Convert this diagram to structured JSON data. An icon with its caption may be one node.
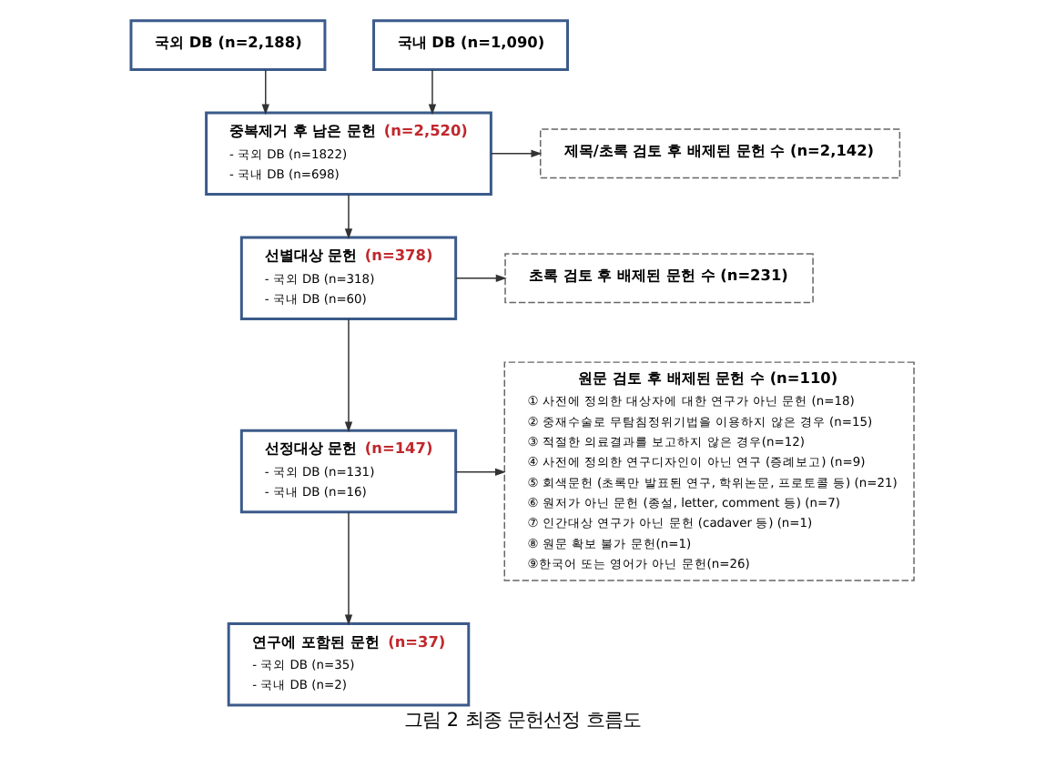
{
  "diagram": {
    "caption": "그림 2 최종 문헌선정 흐름도",
    "nodes": [
      {
        "text": [
          "국외 DB (n=2,188)"
        ]
      },
      {
        "text": [
          "국내 DB (n=1,090)"
        ]
      },
      {
        "text": [
          "중복제거 후 남은 문헌 (n=2,520)",
          "- 국외 DB (n=1822)",
          "- 국내 DB (n=698)"
        ]
      },
      {
        "text": [
          "제목/초록 검토 후 배제된 문헌 수 (n=2,142)"
        ]
      },
      {
        "text": [
          "선별대상 문헌 (n=378)",
          "- 국외 DB (n=318)",
          "- 국내 DB (n=60)"
        ]
      },
      {
        "text": [
          "초록 검토 후 배제된 문헌 수 (n=231)"
        ]
      },
      {
        "text": [
          "선정대상 문헌 (n=147)",
          "- 국외 DB (n=131)",
          "- 국내 DB (n=16)"
        ]
      },
      {
        "text": [
          "원문 검토 후 배제된 문헌 수 (n=110)",
          "① 사전에 정의한 대상자에 대한 연구가 아닌 문헌 (n=18)",
          "② 중재수술로 무탐침정위기법을 이용하지 않은 경우 (n=15)",
          "③ 적절한 의료결과를 보고하지 않은 경우(n=12)",
          "④ 사전에 정의한 연구디자인이 아닌 연구 (증례보고) (n=9)",
          "⑤ 회색문헌 (초록만 발표된 연구, 학위논문, 프로토콜 등) (n=21)",
          "⑥ 원저가 아닌 문헌 (종설, letter, comment 등) (n=7)",
          "⑦ 인간대상 연구가 아닌 문헌 (cadaver 등) (n=1)",
          "⑧ 원문 확보 불가 문헌(n=1)",
          "⑨한국어 또는 영어가 아닌 문헌(n=26)"
        ]
      },
      {
        "text": [
          "연구에 포함된 문헌 (n=37)",
          "- 국외 DB (n=35)",
          "- 국내 DB (n=2)"
        ]
      }
    ],
    "edges": [
      {
        "from": 0,
        "to": 2,
        "arrow": "to"
      },
      {
        "from": 1,
        "to": 2,
        "arrow": "to"
      },
      {
        "from": 2,
        "to": 3,
        "arrow": "to"
      },
      {
        "from": 2,
        "to": 4,
        "arrow": "to"
      },
      {
        "from": 4,
        "to": 5,
        "arrow": "to"
      },
      {
        "from": 4,
        "to": 6,
        "arrow": "to"
      },
      {
        "from": 6,
        "to": 7,
        "arrow": "to"
      },
      {
        "from": 6,
        "to": 8,
        "arrow": "to"
      }
    ]
  }
}
